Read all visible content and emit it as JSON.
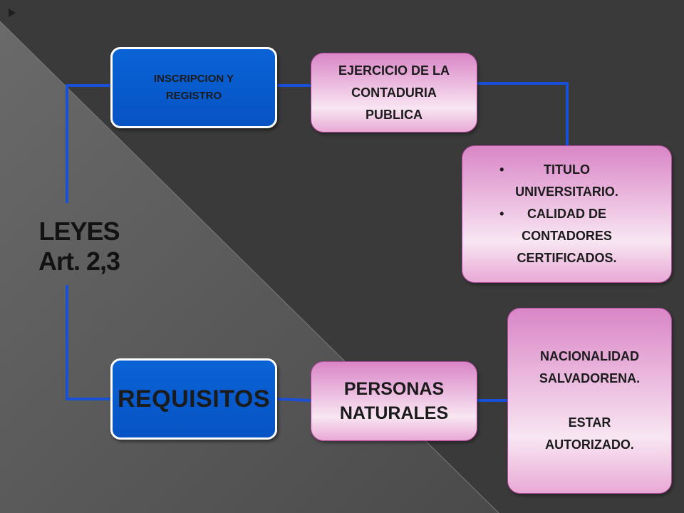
{
  "colors": {
    "background": "#3c3c3c",
    "background_light": "#5a5a5a",
    "node_blue": "#0753c4",
    "node_pink": "#eec3e3",
    "connector": "#1a4fd8"
  },
  "leyes": {
    "line1": "LEYES",
    "line2": "Art. 2,3"
  },
  "inscripcion": {
    "line1": "INSCRIPCION Y",
    "line2": "REGISTRO"
  },
  "requisitos": {
    "label": "REQUISITOS"
  },
  "ejercicio": {
    "line1": "EJERCICIO DE LA",
    "line2": "CONTADURIA",
    "line3": "PUBLICA"
  },
  "titulo": {
    "bullets": [
      {
        "line1": "TITULO",
        "line2": "UNIVERSITARIO."
      },
      {
        "line1": "CALIDAD DE",
        "line2": "CONTADORES",
        "line3": "CERTIFICADOS."
      }
    ]
  },
  "personas": {
    "line1": "PERSONAS",
    "line2": "NATURALES"
  },
  "nacionalidad": {
    "line1": "NACIONALIDAD",
    "line2": "SALVADORENA.",
    "line3": "ESTAR",
    "line4": "AUTORIZADO."
  }
}
